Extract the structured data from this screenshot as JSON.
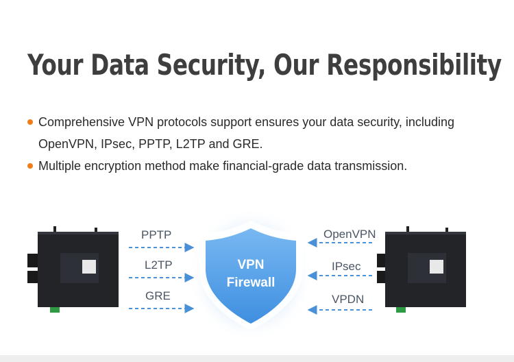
{
  "header": {
    "title": "Your Data Security, Our Responsibility"
  },
  "bullets": [
    {
      "line1": "Comprehensive VPN protocols support ensures your data security, including",
      "line2": "OpenVPN, IPsec, PPTP, L2TP and GRE."
    },
    {
      "line1": "Multiple encryption method make financial-grade data transmission."
    }
  ],
  "diagram": {
    "left_protocols": [
      "PPTP",
      "L2TP",
      "GRE"
    ],
    "right_protocols": [
      "OpenVPN",
      "IPsec",
      "VPDN"
    ],
    "shield": {
      "line1": "VPN",
      "line2": "Firewall"
    }
  },
  "colors": {
    "accent": "#f07c1a",
    "arrow": "#4a90d9",
    "shield": "#5aa3e8",
    "title": "#3e3e3e"
  },
  "icons": [
    "bullet-dot-icon",
    "router-device-icon",
    "shield-icon",
    "arrow-right-icon",
    "arrow-left-icon"
  ]
}
